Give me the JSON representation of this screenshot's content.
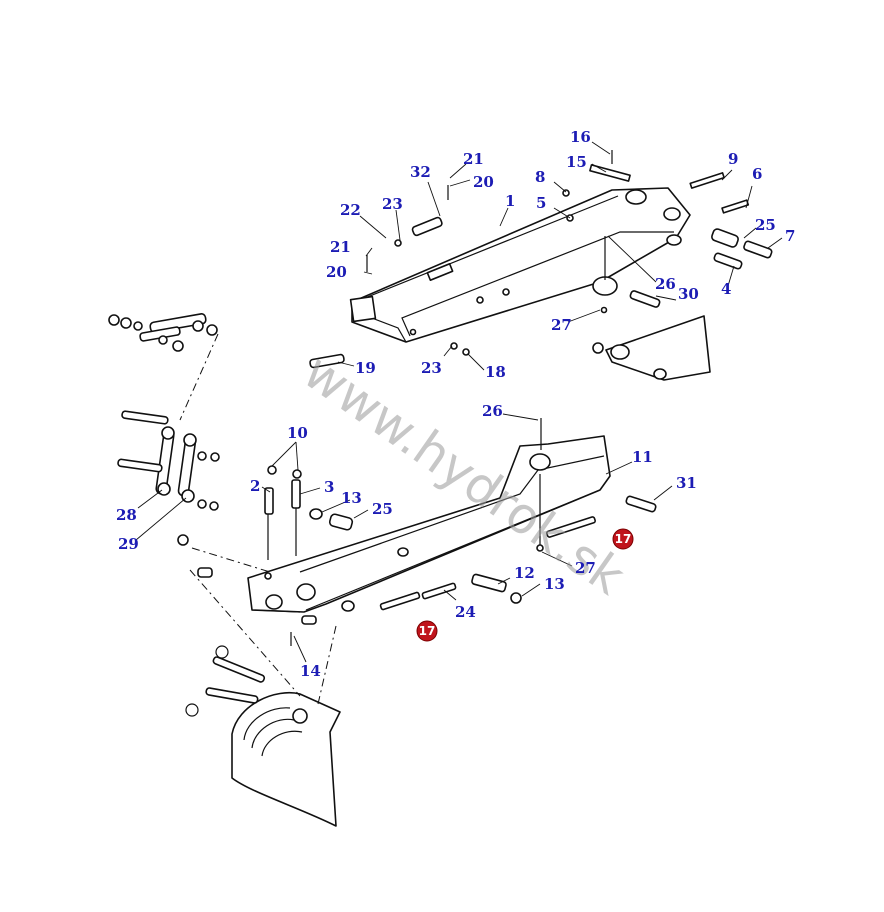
{
  "watermark": "www.hydrok.sk",
  "callouts": {
    "c1": "1",
    "c2": "2",
    "c3": "3",
    "c4": "4",
    "c5": "5",
    "c6": "6",
    "c7": "7",
    "c8": "8",
    "c9": "9",
    "c10": "10",
    "c11": "11",
    "c12": "12",
    "c13a": "13",
    "c13b": "13",
    "c14": "14",
    "c15": "15",
    "c16": "16",
    "c18": "18",
    "c19": "19",
    "c20a": "20",
    "c20b": "20",
    "c21a": "21",
    "c21b": "21",
    "c22": "22",
    "c23a": "23",
    "c23b": "23",
    "c24": "24",
    "c25a": "25",
    "c25b": "25",
    "c26a": "26",
    "c26b": "26",
    "c27a": "27",
    "c27b": "27",
    "c28": "28",
    "c29": "29",
    "c30": "30",
    "c31": "31",
    "c32": "32"
  },
  "badges": {
    "b17a": "17",
    "b17b": "17"
  },
  "colors": {
    "callout": "#1c1cb4",
    "badge": "#c0141c",
    "watermark": "#9a9a9a"
  }
}
